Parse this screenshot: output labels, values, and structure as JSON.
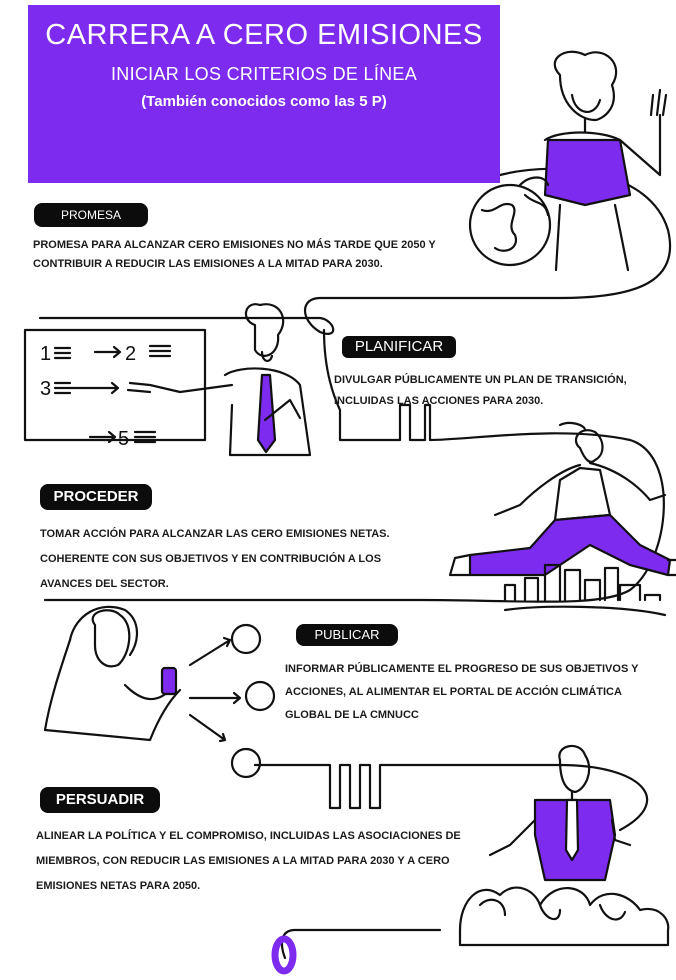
{
  "header": {
    "title": "CARRERA A CERO EMISIONES",
    "subtitle": "INICIAR LOS CRITERIOS DE LÍNEA",
    "note": "(También conocidos como las 5 P)"
  },
  "steps": [
    {
      "label": "PROMESA",
      "text": "PROMESA PARA ALCANZAR CERO EMISIONES NO MÁS TARDE QUE 2050 Y CONTRIBUIR A REDUCIR LAS EMISIONES A LA MITAD PARA 2030."
    },
    {
      "label": "PLANIFICAR",
      "text": "DIVULGAR PÚBLICAMENTE UN PLAN DE TRANSICIÓN, INCLUIDAS LAS ACCIONES PARA 2030."
    },
    {
      "label": "PROCEDER",
      "text": "TOMAR ACCIÓN PARA ALCANZAR LAS CERO EMISIONES NETAS. COHERENTE CON SUS OBJETIVOS Y EN CONTRIBUCIÓN A LOS AVANCES DEL SECTOR."
    },
    {
      "label": "PUBLICAR",
      "text": "INFORMAR PÚBLICAMENTE EL PROGRESO DE SUS OBJETIVOS Y ACCIONES, AL ALIMENTAR EL PORTAL DE ACCIÓN CLIMÁTICA GLOBAL DE LA CMNUCC"
    },
    {
      "label": "PERSUADIR",
      "text": "ALINEAR LA POLÍTICA Y EL COMPROMISO, INCLUIDAS LAS ASOCIACIONES DE MIEMBROS, CON REDUCIR LAS EMISIONES A LA MITAD PARA 2030 Y A CERO EMISIONES NETAS PARA 2050."
    }
  ],
  "whiteboard": {
    "items": [
      "1",
      "2",
      "3",
      "5"
    ]
  },
  "colors": {
    "accent": "#7e2bf0",
    "ink": "#111111"
  }
}
